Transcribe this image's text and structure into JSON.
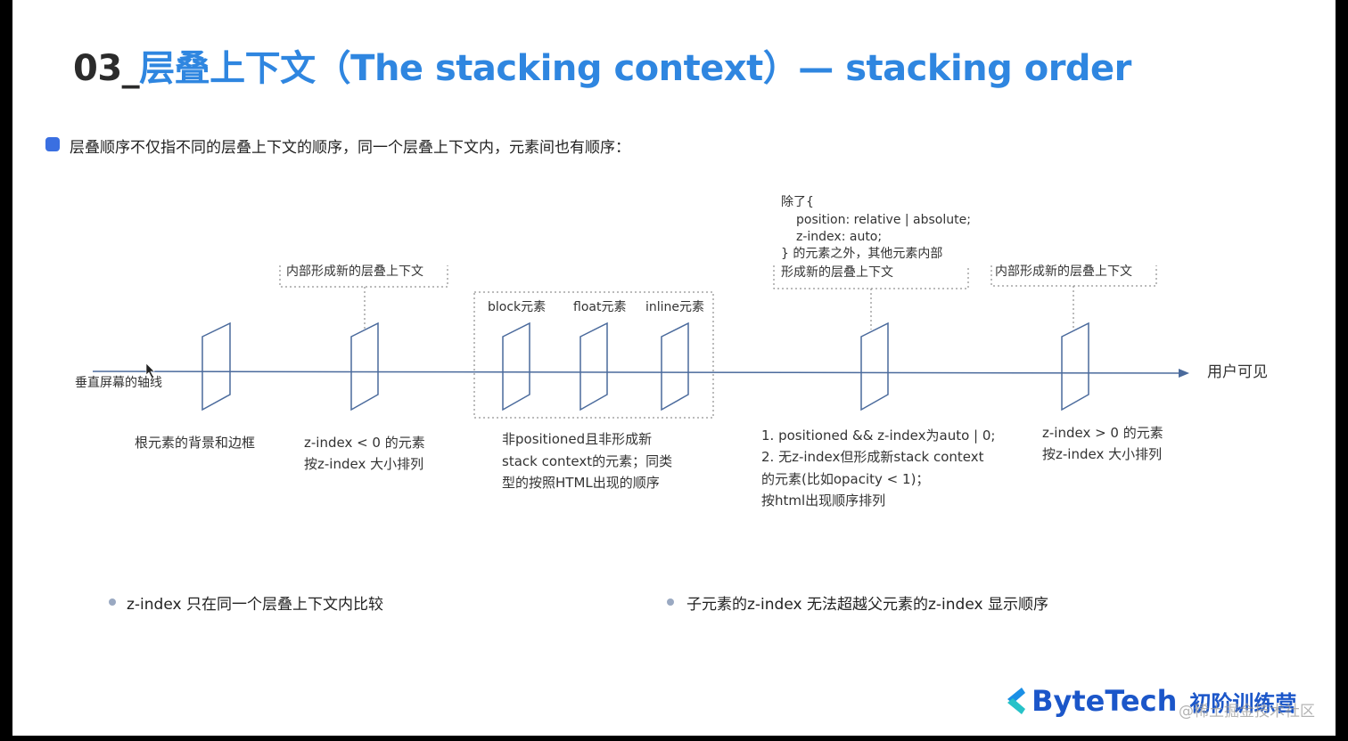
{
  "title": {
    "number": "03_",
    "text": "层叠上下文（The stacking context）— stacking order"
  },
  "intro": "层叠顺序不仅指不同的层叠上下文的顺序，同一个层叠上下文内，元素间也有顺序：",
  "axis": {
    "start_label": "垂直屏幕的轴线",
    "end_label": "用户可见"
  },
  "callouts": {
    "neg": "内部形成新的层叠上下文",
    "pos": "内部形成新的层叠上下文",
    "positioned": [
      "除了{",
      "position: relative | absolute;",
      "z-index: auto;",
      "} 的元素之外，其他元素内部",
      "形成新的层叠上下文"
    ]
  },
  "group_labels": {
    "block": "block元素",
    "float": "float元素",
    "inline": "inline元素"
  },
  "captions": {
    "root": "根元素的背景和边框",
    "neg": [
      "z-index < 0 的元素",
      "按z-index 大小排列"
    ],
    "nonpositioned": [
      "非positioned且非形成新",
      "stack context的元素；同类",
      "型的按照HTML出现的顺序"
    ],
    "positioned": [
      "1. positioned && z-index为auto | 0;",
      "2. 无z-index但形成新stack context",
      "的元素(比如opacity < 1)；",
      "按html出现顺序排列"
    ],
    "pos": [
      "z-index > 0 的元素",
      "按z-index 大小排列"
    ]
  },
  "bottom_notes": [
    "z-index  只在同一个层叠上下文内比较",
    "子元素的z-index 无法超越父元素的z-index 显示顺序"
  ],
  "logo": {
    "brand": "ByteTech",
    "sub": "初阶训练营"
  },
  "watermark": "@稀土掘金技术社区",
  "colors": {
    "line": "#4a6a9c",
    "title_blue": "#2f86e0",
    "brand": "#1b56c9",
    "bullet": "#3a6fe1"
  }
}
